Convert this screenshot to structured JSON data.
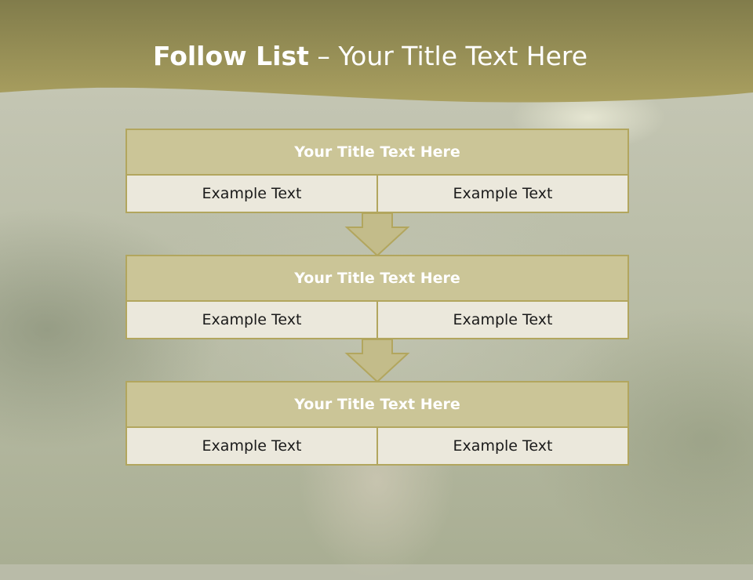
{
  "slide": {
    "title_bold": "Follow List",
    "title_rest": " – Your Title Text Here"
  },
  "steps": [
    {
      "title": "Your Title Text Here",
      "left": "Example Text",
      "right": "Example Text"
    },
    {
      "title": "Your Title Text Here",
      "left": "Example Text",
      "right": "Example Text"
    },
    {
      "title": "Your Title Text Here",
      "left": "Example Text",
      "right": "Example Text"
    }
  ],
  "colors": {
    "banner": "#a69c5a",
    "header_fill": "#cbc597",
    "cell_fill": "#ebe8dc",
    "border": "#b2a65e",
    "arrow_fill": "#c3bc8a"
  }
}
